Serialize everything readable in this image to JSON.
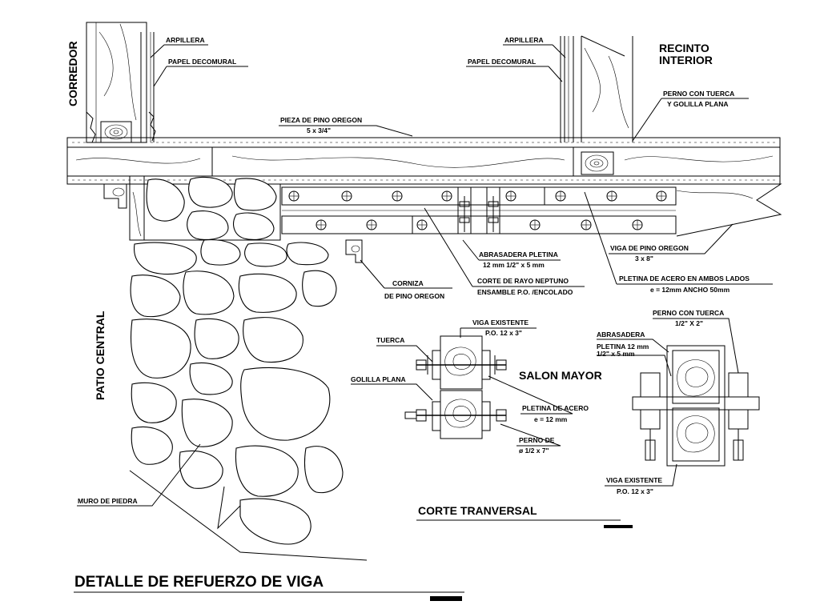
{
  "labels": {
    "corredor": "CORREDOR",
    "arpillera_left": "ARPILLERA",
    "papel_left": "PAPEL DECOMURAL",
    "arpillera_right": "ARPILLERA",
    "papel_right": "PAPEL DECOMURAL",
    "recinto_line1": "RECINTO",
    "recinto_line2": "INTERIOR",
    "perno_tuerca_line1": "PERNO CON TUERCA",
    "perno_tuerca_line2": "Y GOLILLA PLANA",
    "pieza_line1": "PIEZA DE PINO OREGON",
    "pieza_line2": "5 x 3/4\"",
    "abrasadera_pletina_line1": "ABRASADERA  PLETINA",
    "abrasadera_pletina_line2": "12 mm  1/2\" x 5 mm",
    "viga_pino_line1": "VIGA DE PINO OREGON",
    "viga_pino_line2": "3 x 8\"",
    "corte_rayo_line1": "CORTE DE RAYO NEPTUNO",
    "corte_rayo_line2": "ENSAMBLE P.O. /ENCOLADO",
    "pletina_ambos_line1": "PLETINA DE ACERO EN AMBOS LADOS",
    "pletina_ambos_line2": "e = 12mm  ANCHO 50mm",
    "cornisa_line1": "CORNIZA",
    "cornisa_line2": "DE PINO OREGON",
    "patio": "PATIO CENTRAL",
    "viga_existente_top_line1": "VIGA EXISTENTE",
    "viga_existente_top_line2": "P.O. 12 x 3\"",
    "tuerca": "TUERCA",
    "golilla": "GOLILLA PLANA",
    "salon": "SALON MAYOR",
    "pletina_acero_line1": "PLETINA DE ACERO",
    "pletina_acero_line2": "e = 12 mm",
    "perno_de_line1": "PERNO DE",
    "perno_de_line2": "ø  1/2 x 7\"",
    "perno_tuerca2_line1": "PERNO CON TUERCA",
    "perno_tuerca2_line2": "1/2\" X 2\"",
    "abrasadera": "ABRASADERA",
    "pletina12_line1": "PLETINA 12 mm",
    "pletina12_line2": "1/2\" x 5 mm",
    "viga_existente_bot_line1": "VIGA EXISTENTE",
    "viga_existente_bot_line2": "P.O. 12 x 3\"",
    "muro": "MURO DE PIEDRA",
    "corte_tranversal": "CORTE TRANVERSAL",
    "main_title": "DETALLE DE REFUERZO DE VIGA"
  },
  "colors": {
    "ink": "#000000",
    "paper": "#ffffff"
  }
}
